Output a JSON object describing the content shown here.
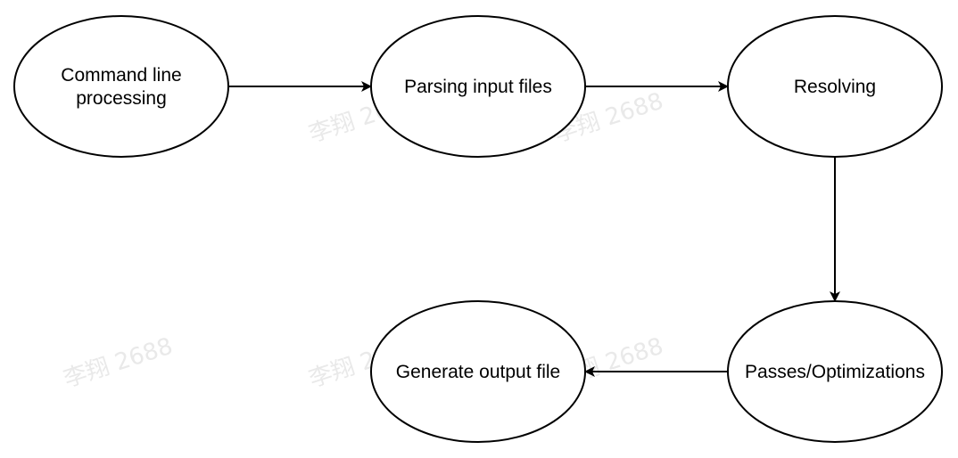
{
  "watermark_text": "李翔 2688",
  "nodes": [
    {
      "id": "command-line-processing",
      "lines": [
        "Command line",
        "processing"
      ]
    },
    {
      "id": "parsing-input-files",
      "lines": [
        "Parsing input files"
      ]
    },
    {
      "id": "resolving",
      "lines": [
        "Resolving"
      ]
    },
    {
      "id": "passes-optimizations",
      "lines": [
        "Passes/Optimizations"
      ]
    },
    {
      "id": "generate-output-file",
      "lines": [
        "Generate output file"
      ]
    }
  ],
  "edges": [
    {
      "from": "command-line-processing",
      "to": "parsing-input-files"
    },
    {
      "from": "parsing-input-files",
      "to": "resolving"
    },
    {
      "from": "resolving",
      "to": "passes-optimizations"
    },
    {
      "from": "passes-optimizations",
      "to": "generate-output-file"
    }
  ],
  "colors": {
    "stroke": "#000000",
    "fill": "#ffffff",
    "watermark": "#e9e9e9"
  }
}
